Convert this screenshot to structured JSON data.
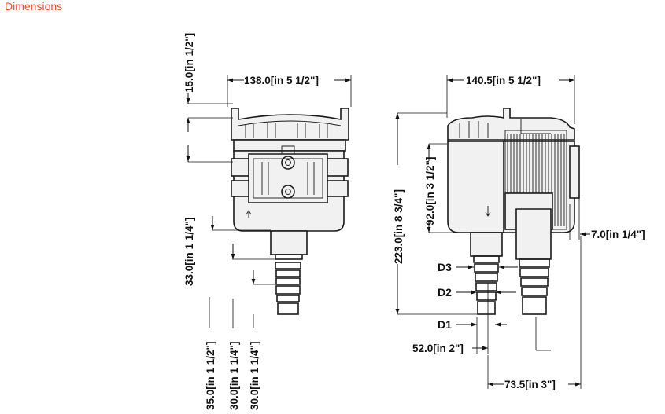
{
  "title": "Dimensions",
  "front_view": {
    "width_top": "138.0[in 5 1/2\"]",
    "lid_height": "15.0[in  1/2\"]",
    "outlet_length": "33.0[in 1 1/4\"]",
    "hose_d1": "35.0[in 1 1/2\"]",
    "hose_d2": "30.0[in 1 1/4\"]",
    "hose_d3": "30.0[in 1 1/4\"]"
  },
  "side_view": {
    "width_top": "140.5[in 5 1/2\"]",
    "overall_height": "223.0[in 8 3/4\"]",
    "body_height": "92.0[in 3 1/2\"]",
    "flange_thickness": "7.0[in  1/4\"]",
    "outlet_offset": "52.0[in 2\"]",
    "inlet_offset": "73.5[in 3\"]",
    "diameter_labels": [
      "D3",
      "D2",
      "D1"
    ]
  },
  "colors": {
    "title": "#e5502e",
    "line": "#1a1a1a"
  }
}
